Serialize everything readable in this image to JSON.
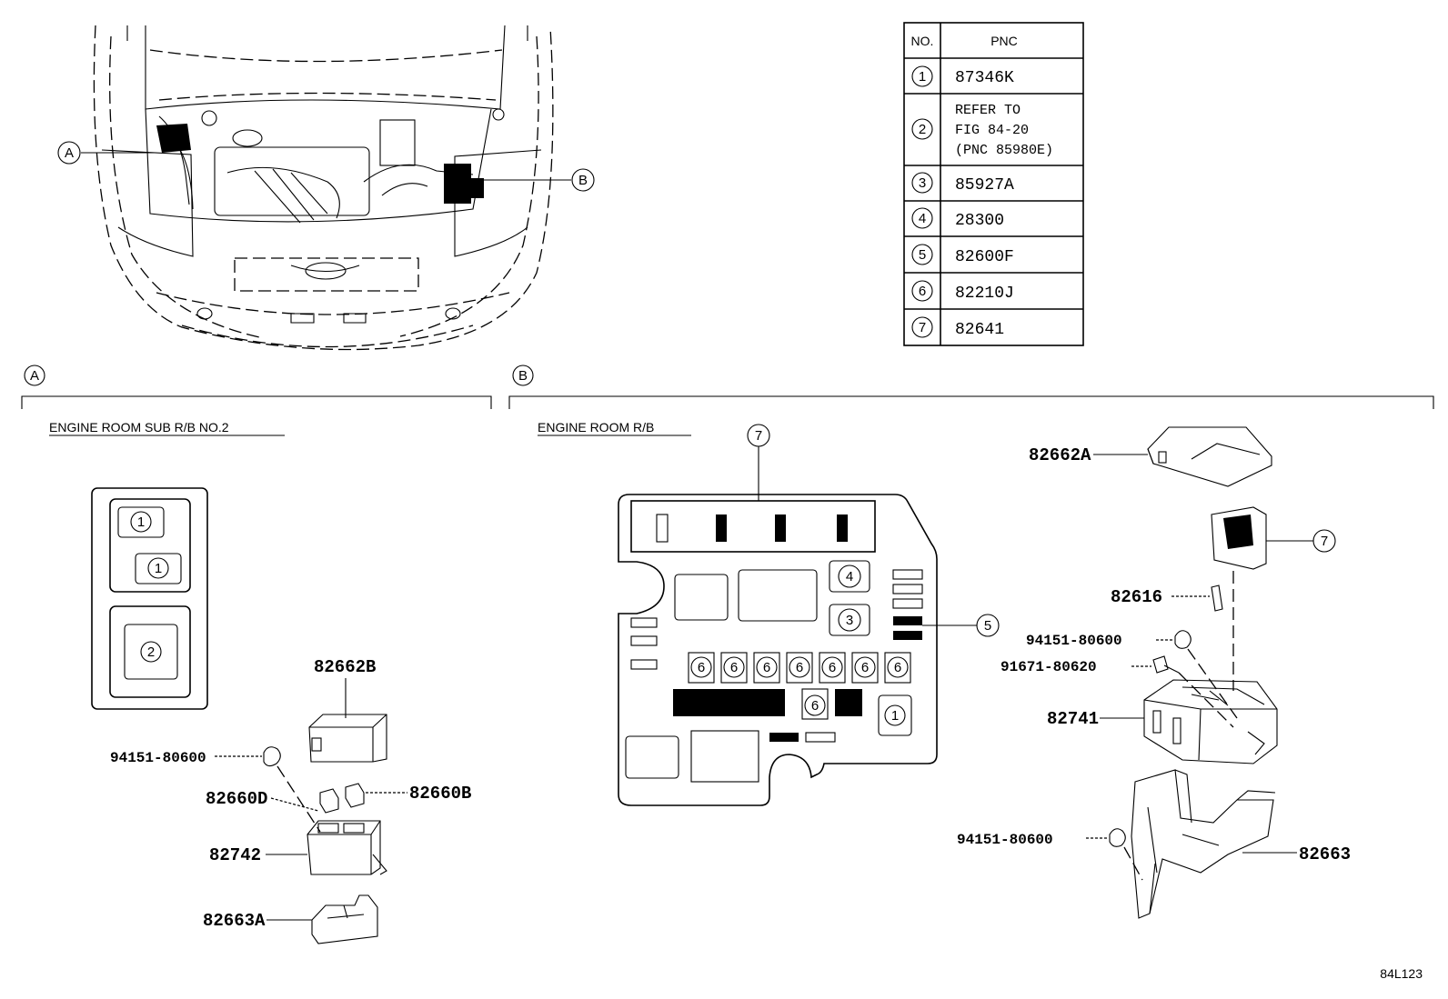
{
  "table": {
    "headers": [
      "NO.",
      "PNC"
    ],
    "rows": [
      {
        "no": "1",
        "pnc": [
          "87346K"
        ]
      },
      {
        "no": "2",
        "pnc": [
          "REFER TO",
          "FIG 84-20",
          "(PNC 85980E)"
        ]
      },
      {
        "no": "3",
        "pnc": [
          "85927A"
        ]
      },
      {
        "no": "4",
        "pnc": [
          "28300"
        ]
      },
      {
        "no": "5",
        "pnc": [
          "82600F"
        ]
      },
      {
        "no": "6",
        "pnc": [
          "82210J"
        ]
      },
      {
        "no": "7",
        "pnc": [
          "82641"
        ]
      }
    ]
  },
  "overview": {
    "callout_a": "A",
    "callout_b": "B"
  },
  "section_a": {
    "marker": "A",
    "title": "ENGINE ROOM SUB R/B NO.2",
    "block_numbers": [
      "1",
      "1",
      "2"
    ],
    "parts": [
      "82662B",
      "94151-80600",
      "82660D",
      "82660B",
      "82742",
      "82663A"
    ]
  },
  "section_b": {
    "marker": "B",
    "title": "ENGINE ROOM R/B",
    "layout_callouts": [
      "7",
      "5",
      "4",
      "3",
      "6",
      "6",
      "6",
      "6",
      "6",
      "6",
      "6",
      "6",
      "1"
    ],
    "parts": [
      "82662A",
      "7",
      "82616",
      "94151-80600",
      "91671-80620",
      "82741",
      "94151-80600",
      "82663"
    ]
  },
  "figure_code": "84L123"
}
